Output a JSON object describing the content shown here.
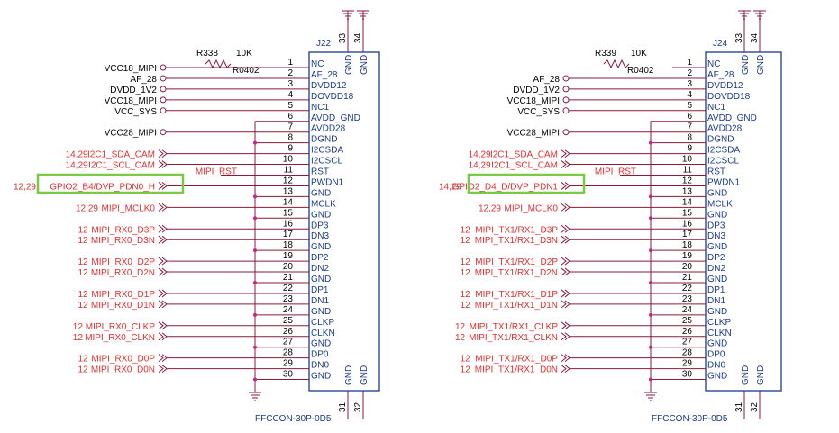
{
  "connectors": [
    {
      "id": "left",
      "ref": "J22",
      "part": "FFCCON-30P-0D5",
      "resistor": {
        "ref": "R338",
        "value": "10K",
        "footprint": "R0402"
      },
      "top_pins": [
        "33",
        "34"
      ],
      "bottom_pins": [
        "31",
        "32"
      ],
      "gnd_label": "GND",
      "pins": [
        "NC",
        "AF_28",
        "DVDD12",
        "DOVDD18",
        "NC1",
        "AVDD_GND",
        "AVDD28",
        "DGND",
        "I2CSDA",
        "I2CSCL",
        "RST",
        "PWDN1",
        "GND",
        "MCLK",
        "GND",
        "DP3",
        "DN3",
        "GND",
        "DP2",
        "DN2",
        "GND",
        "DP1",
        "DN1",
        "GND",
        "CLKP",
        "CLKN",
        "GND",
        "DP0",
        "DN0",
        "GND"
      ],
      "pin_numbers": [
        "1",
        "2",
        "3",
        "4",
        "5",
        "6",
        "7",
        "8",
        "9",
        "10",
        "11",
        "12",
        "13",
        "14",
        "15",
        "16",
        "17",
        "18",
        "19",
        "20",
        "21",
        "22",
        "23",
        "24",
        "25",
        "26",
        "27",
        "28",
        "29",
        "30"
      ],
      "signals": [
        {
          "pin": 1,
          "label": "VCC18_MIPI",
          "prefix": ""
        },
        {
          "pin": 2,
          "label": "AF_28",
          "prefix": ""
        },
        {
          "pin": 3,
          "label": "DVDD_1V2",
          "prefix": ""
        },
        {
          "pin": 4,
          "label": "VCC18_MIPI",
          "prefix": ""
        },
        {
          "pin": 5,
          "label": "VCC_SYS",
          "prefix": ""
        },
        {
          "pin": 7,
          "label": "VCC28_MIPI",
          "prefix": ""
        },
        {
          "pin": 9,
          "label": "I2C1_SDA_CAM",
          "prefix": "14,29"
        },
        {
          "pin": 10,
          "label": "I2C1_SCL_CAM",
          "prefix": "14,29"
        },
        {
          "pin": 11,
          "label": "MIPI_RST",
          "prefix": ""
        },
        {
          "pin": 12,
          "label": "GPIO2_B4/DVP_PDN0_H",
          "prefix": "12,29"
        },
        {
          "pin": 14,
          "label": "MIPI_MCLK0",
          "prefix": "12,29"
        },
        {
          "pin": 16,
          "label": "MIPI_RX0_D3P",
          "prefix": "12"
        },
        {
          "pin": 17,
          "label": "MIPI_RX0_D3N",
          "prefix": "12"
        },
        {
          "pin": 19,
          "label": "MIPI_RX0_D2P",
          "prefix": "12"
        },
        {
          "pin": 20,
          "label": "MIPI_RX0_D2N",
          "prefix": "12"
        },
        {
          "pin": 22,
          "label": "MIPI_RX0_D1P",
          "prefix": "12"
        },
        {
          "pin": 23,
          "label": "MIPI_RX0_D1N",
          "prefix": "12"
        },
        {
          "pin": 25,
          "label": "MIPI_RX0_CLKP",
          "prefix": "12"
        },
        {
          "pin": 26,
          "label": "MIPI_RX0_CLKN",
          "prefix": "12"
        },
        {
          "pin": 28,
          "label": "MIPI_RX0_D0P",
          "prefix": "12"
        },
        {
          "pin": 29,
          "label": "MIPI_RX0_D0N",
          "prefix": "12"
        }
      ]
    },
    {
      "id": "right",
      "ref": "J24",
      "part": "FFCCON-30P-0D5",
      "resistor": {
        "ref": "R339",
        "value": "10K",
        "footprint": "R0402"
      },
      "top_pins": [
        "33",
        "34"
      ],
      "bottom_pins": [
        "31",
        "32"
      ],
      "gnd_label": "GND",
      "pins": [
        "NC",
        "AF_28",
        "DVDD12",
        "DOVDD18",
        "NC1",
        "AVDD_GND",
        "AVDD28",
        "DGND",
        "I2CSDA",
        "I2CSCL",
        "RST",
        "PWDN1",
        "GND",
        "MCLK",
        "GND",
        "DP3",
        "DN3",
        "GND",
        "DP2",
        "DN2",
        "GND",
        "DP1",
        "DN1",
        "GND",
        "CLKP",
        "CLKN",
        "GND",
        "DP0",
        "DN0",
        "GND"
      ],
      "pin_numbers": [
        "1",
        "2",
        "3",
        "4",
        "5",
        "6",
        "7",
        "8",
        "9",
        "10",
        "11",
        "12",
        "13",
        "14",
        "15",
        "16",
        "17",
        "18",
        "19",
        "20",
        "21",
        "22",
        "23",
        "24",
        "25",
        "26",
        "27",
        "28",
        "29",
        "30"
      ],
      "signals": [
        {
          "pin": 2,
          "label": "AF_28",
          "prefix": ""
        },
        {
          "pin": 3,
          "label": "DVDD_1V2",
          "prefix": ""
        },
        {
          "pin": 4,
          "label": "VCC18_MIPI",
          "prefix": ""
        },
        {
          "pin": 5,
          "label": "VCC_SYS",
          "prefix": ""
        },
        {
          "pin": 7,
          "label": "VCC28_MIPI",
          "prefix": ""
        },
        {
          "pin": 9,
          "label": "I2C1_SDA_CAM",
          "prefix": "14,29"
        },
        {
          "pin": 10,
          "label": "I2C1_SCL_CAM",
          "prefix": "14,29"
        },
        {
          "pin": 11,
          "label": "MIPI_RST",
          "prefix": ""
        },
        {
          "pin": 12,
          "label": "GPIO2_D4_D/DVP_PDN1",
          "prefix": "14,29"
        },
        {
          "pin": 14,
          "label": "MIPI_MCLK0",
          "prefix": "12,29"
        },
        {
          "pin": 16,
          "label": "MIPI_TX1/RX1_D3P",
          "prefix": "12"
        },
        {
          "pin": 17,
          "label": "MIPI_TX1/RX1_D3N",
          "prefix": "12"
        },
        {
          "pin": 19,
          "label": "MIPI_TX1/RX1_D2P",
          "prefix": "12"
        },
        {
          "pin": 20,
          "label": "MIPI_TX1/RX1_D2N",
          "prefix": "12"
        },
        {
          "pin": 22,
          "label": "MIPI_TX1/RX1_D1P",
          "prefix": "12"
        },
        {
          "pin": 23,
          "label": "MIPI_TX1/RX1_D1N",
          "prefix": "12"
        },
        {
          "pin": 25,
          "label": "MIPI_TX1/RX1_CLKP",
          "prefix": "12"
        },
        {
          "pin": 26,
          "label": "MIPI_TX1/RX1_CLKN",
          "prefix": "12"
        },
        {
          "pin": 28,
          "label": "MIPI_TX1/RX1_D0P",
          "prefix": "12"
        },
        {
          "pin": 29,
          "label": "MIPI_TX1/RX1_D0N",
          "prefix": "12"
        }
      ]
    }
  ],
  "colors": {
    "box": "#1a3a8c",
    "wire": "#8a1a3a",
    "net_label": "#e03030",
    "highlight": "#7ac943",
    "text": "#000000"
  }
}
